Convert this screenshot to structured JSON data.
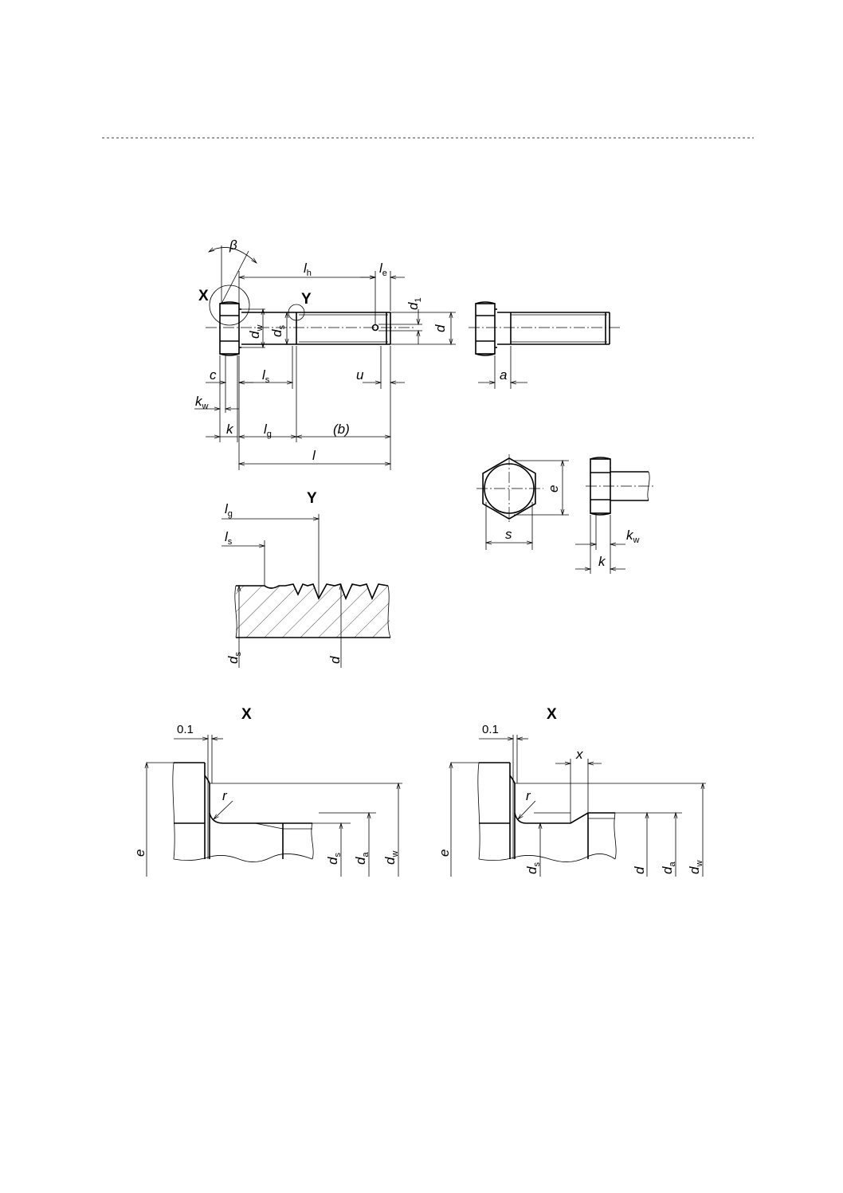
{
  "labels": {
    "beta": "β",
    "X": "X",
    "Y": "Y",
    "l": "l",
    "h": "h",
    "e": "e",
    "s": "s",
    "g": "g",
    "d": "d",
    "w": "w",
    "a": "a",
    "one": "1",
    "c": "c",
    "u": "u",
    "k": "k",
    "b_paren": "(b)",
    "r": "r",
    "x": "x",
    "tenth": "0.1"
  }
}
